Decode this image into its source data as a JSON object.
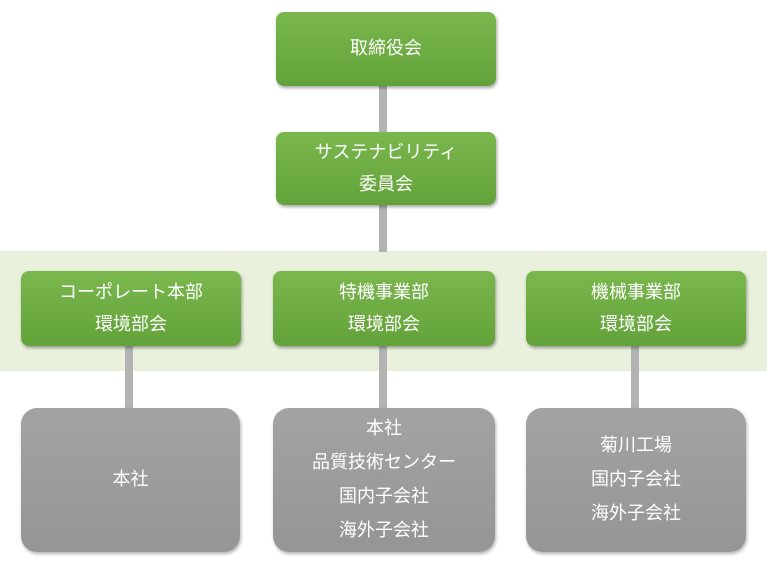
{
  "board": {
    "label": "取締役会"
  },
  "committee": {
    "line1": "サステナビリティ",
    "line2": "委員会"
  },
  "divisions": [
    {
      "line1": "コーポレート本部",
      "line2": "環境部会"
    },
    {
      "line1": "特機事業部",
      "line2": "環境部会"
    },
    {
      "line1": "機械事業部",
      "line2": "環境部会"
    }
  ],
  "sites": [
    {
      "lines": [
        "本社"
      ]
    },
    {
      "lines": [
        "本社",
        "品質技術センター",
        "国内子会社",
        "海外子会社"
      ]
    },
    {
      "lines": [
        "菊川工場",
        "国内子会社",
        "海外子会社"
      ]
    }
  ],
  "colors": {
    "green_box": "#6aaa41",
    "gray_box": "#9c9c9c",
    "band": "#e9f0dc",
    "connector": "#b3b3b3"
  }
}
